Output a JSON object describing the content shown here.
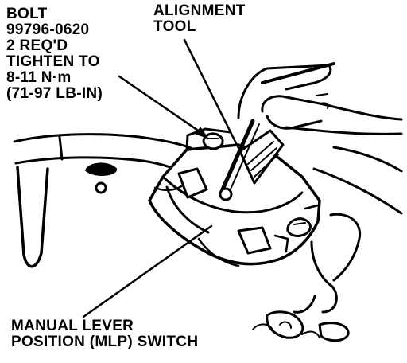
{
  "callouts": {
    "bolt": {
      "lines": [
        "BOLT",
        "99796-0620",
        "2 REQ'D",
        "TIGHTEN TO",
        "8-11 N·m",
        "(71-97 LB-IN)"
      ]
    },
    "alignment_tool": {
      "lines": [
        "ALIGNMENT",
        "TOOL"
      ]
    },
    "switch": {
      "lines": [
        "MANUAL LEVER",
        "POSITION (MLP) SWITCH"
      ]
    }
  },
  "colors": {
    "ink": "#000000",
    "paper": "#ffffff"
  }
}
